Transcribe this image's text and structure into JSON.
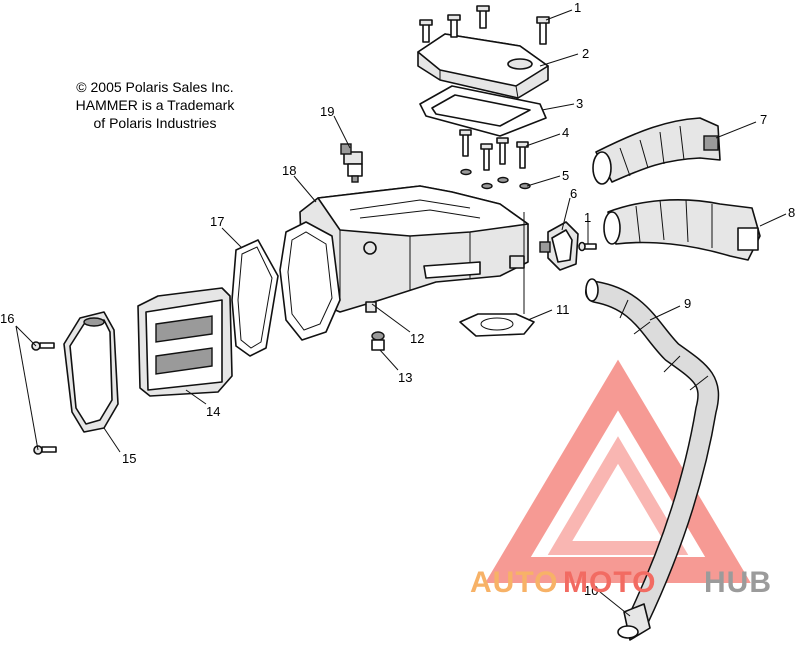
{
  "copyright": {
    "line1": "© 2005 Polaris Sales Inc.",
    "line2": "HAMMER is a Trademark",
    "line3": "of Polaris Industries"
  },
  "callouts": [
    "1",
    "2",
    "3",
    "4",
    "5",
    "6",
    "1",
    "7",
    "8",
    "9",
    "10",
    "11",
    "12",
    "13",
    "14",
    "15",
    "16",
    "17",
    "18",
    "19"
  ],
  "watermark": {
    "part1": "AUTO",
    "part2": "MOTO",
    "part3": "HUB",
    "color_orange": "#f7b267",
    "color_red": "#f26b62",
    "color_grey": "#9b9b9b"
  }
}
